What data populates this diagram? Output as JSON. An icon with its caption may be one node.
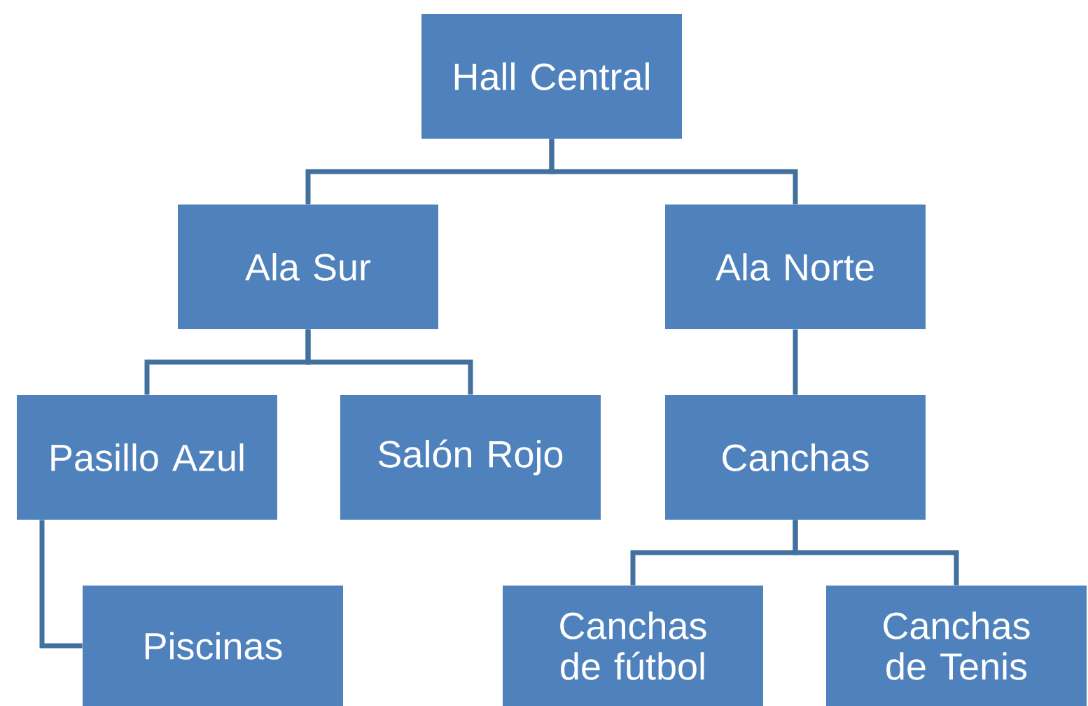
{
  "diagram": {
    "nodes": [
      {
        "text": [
          "Hall Central"
        ]
      },
      {
        "text": [
          "Ala Sur"
        ]
      },
      {
        "text": [
          "Ala Norte"
        ]
      },
      {
        "text": [
          "Pasillo Azul"
        ]
      },
      {
        "text": [
          "Salón Rojo"
        ]
      },
      {
        "text": [
          "Canchas"
        ]
      },
      {
        "text": [
          "Piscinas"
        ]
      },
      {
        "text": [
          "Canchas de fútbol"
        ]
      },
      {
        "text": [
          "Canchas de Tenis"
        ]
      }
    ],
    "edges": [
      {
        "from": 0,
        "to": 1,
        "arrow": "none"
      },
      {
        "from": 0,
        "to": 2,
        "arrow": "none"
      },
      {
        "from": 1,
        "to": 3,
        "arrow": "none"
      },
      {
        "from": 1,
        "to": 4,
        "arrow": "none"
      },
      {
        "from": 2,
        "to": 5,
        "arrow": "none"
      },
      {
        "from": 3,
        "to": 6,
        "arrow": "none"
      },
      {
        "from": 5,
        "to": 7,
        "arrow": "none"
      },
      {
        "from": 5,
        "to": 8,
        "arrow": "none"
      }
    ]
  }
}
